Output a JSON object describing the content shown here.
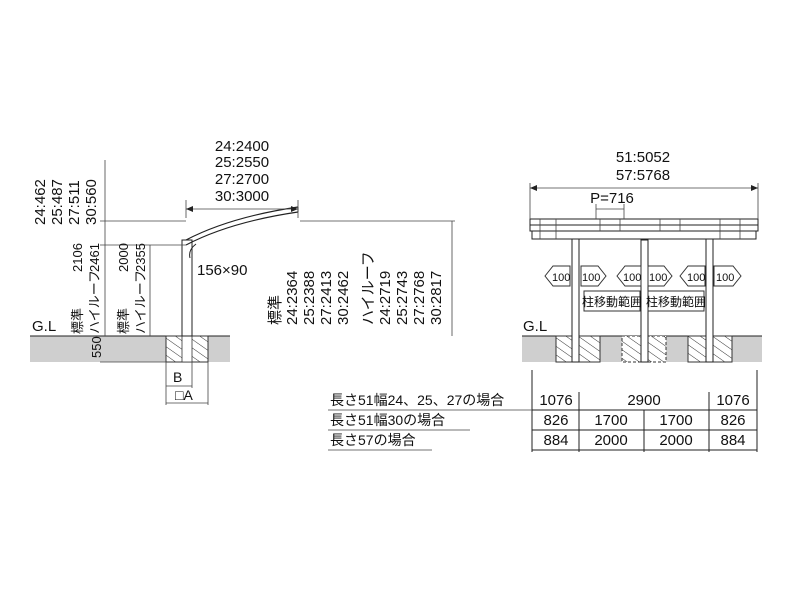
{
  "side_view": {
    "gl_label": "G.L",
    "roof_height_lines": [
      "24:462",
      "25:487",
      "27:511",
      "30:560"
    ],
    "depth_lines": [
      "24:2400",
      "25:2550",
      "27:2700",
      "30:3000"
    ],
    "post_section": "156×90",
    "height_2106": "2106",
    "height_2461": "2461",
    "height_2000": "2000",
    "height_2355": "2355",
    "standard_label": "標準",
    "highroof_label": "ハイルーフ",
    "standard_label_2": "標準",
    "highroof_label_2": "ハイルーフ",
    "foundation_depth": "550",
    "label_b": "B",
    "label_a": "□A",
    "right_standard_label": "標準",
    "right_standard_values": [
      "24:2364",
      "25:2388",
      "27:2413",
      "30:2462"
    ],
    "right_highroof_label": "ハイルーフ",
    "right_highroof_values": [
      "24:2719",
      "25:2743",
      "27:2768",
      "30:2817"
    ]
  },
  "front_view": {
    "gl_label": "G.L",
    "width_lines": [
      "51:5052",
      "57:5768"
    ],
    "pitch": "P=716",
    "arrow_value": "100",
    "range_label": "柱移動範囲"
  },
  "dimension_table": {
    "rows": [
      {
        "label": "長さ51幅24、25、27の場合",
        "values": [
          "1076",
          "2900",
          "1076"
        ]
      },
      {
        "label": "長さ51幅30の場合",
        "values": [
          "826",
          "1700",
          "1700",
          "826"
        ]
      },
      {
        "label": "長さ57の場合",
        "values": [
          "884",
          "2000",
          "2000",
          "884"
        ]
      }
    ]
  }
}
